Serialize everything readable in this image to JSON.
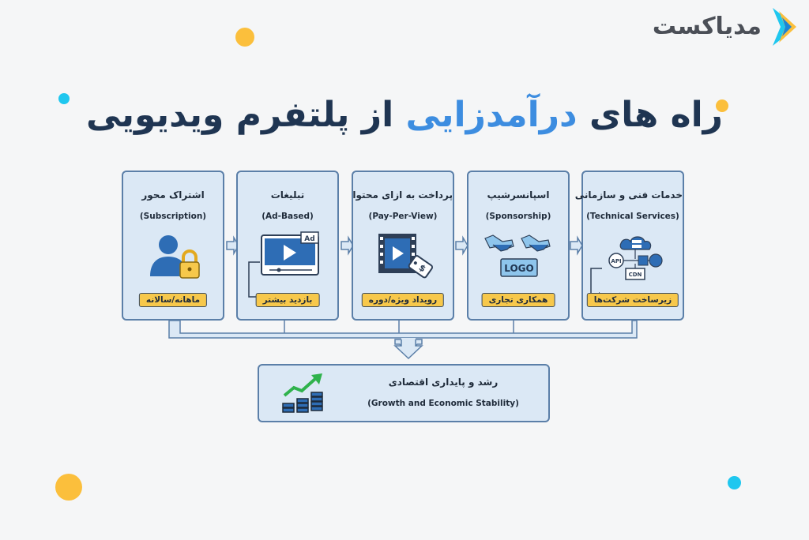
{
  "brand": {
    "name": "مدیاکست"
  },
  "title": {
    "part1": "راه های",
    "accent": "درآمدزایی",
    "part2": "از پلتفرم ویدیویی"
  },
  "cards": [
    {
      "fa": "خدمات فنی و سازمانی",
      "en": "(Technical Services)",
      "badge": "زیرساخت شرکت‌ها",
      "icon": "cloud-network-icon",
      "icon_labels": [
        "API",
        "CDN"
      ]
    },
    {
      "fa": "اسپانسرشیپ",
      "en": "(Sponsorship)",
      "badge": "همکاری تجاری",
      "icon": "handshake-logo-icon",
      "icon_labels": [
        "LOGO"
      ]
    },
    {
      "fa": "پرداخت به ازای محتوا",
      "en": "(Pay-Per-View)",
      "badge": "رویداد ویژه/دوره",
      "icon": "film-price-tag-icon",
      "icon_labels": []
    },
    {
      "fa": "تبلیغات",
      "en": "(Ad-Based)",
      "badge": "بازدید بیشتر",
      "icon": "video-ad-player-icon",
      "icon_labels": [
        "Ad"
      ]
    },
    {
      "fa": "اشتراک محور",
      "en": "(Subscription)",
      "badge": "ماهانه/سالانه",
      "icon": "user-lock-icon",
      "icon_labels": []
    }
  ],
  "result": {
    "fa": "رشد و پایداری اقتصادی",
    "en": "(Growth and Economic Stability)",
    "icon": "growth-coins-icon"
  },
  "colors": {
    "card_bg": "#dbe8f5",
    "card_border": "#5b7fa8",
    "badge": "#f7c84b",
    "title": "#1f3552",
    "accent": "#3d8de0",
    "dot_yellow": "#fbbf3c",
    "dot_cyan": "#1fc7ef"
  }
}
